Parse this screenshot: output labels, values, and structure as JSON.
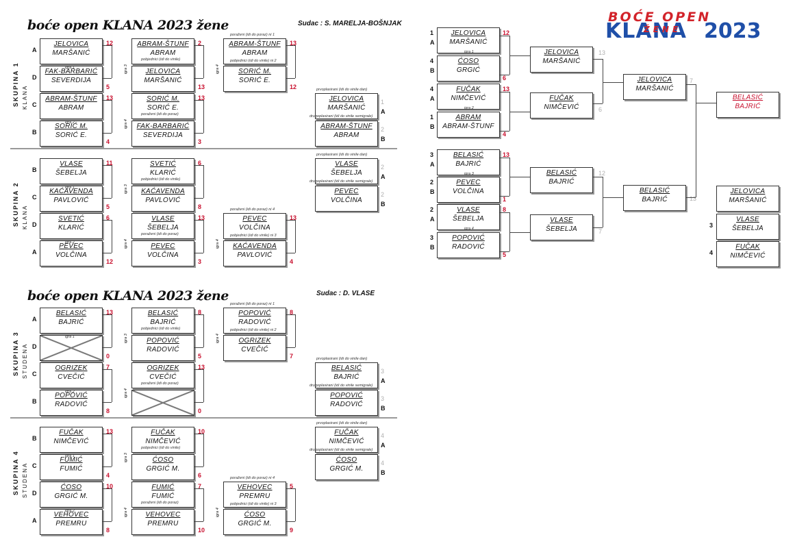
{
  "headers": [
    {
      "title": "boće open KLANA 2023  žene",
      "sudac": "Sudac : S. MARELJA-BOŠNJAK"
    },
    {
      "title": "boće open KLANA 2023  žene",
      "sudac": "Sudac : D. VLASE"
    }
  ],
  "logo": {
    "line1": "BOĆE OPEN",
    "line2": "KLANA",
    "overlay": "ŽENE",
    "year": "2023"
  },
  "groups": [
    {
      "label": "SKUPINA 1",
      "place": "KLANA",
      "letters": [
        "A",
        "D",
        "C",
        "B"
      ]
    },
    {
      "label": "SKUPINA 2",
      "place": "KLANA",
      "letters": [
        "B",
        "C",
        "D",
        "A"
      ]
    },
    {
      "label": "SKUPINA 3",
      "place": "STUDENA",
      "letters": [
        "A",
        "D",
        "C",
        "B"
      ]
    },
    {
      "label": "SKUPINA 4",
      "place": "STUDENA",
      "letters": [
        "B",
        "C",
        "D",
        "A"
      ]
    }
  ],
  "small_labels": {
    "igra1": "igra 1",
    "igra2": "igra 2",
    "igra3": "igra 3",
    "igra4": "igra 4",
    "pobjednici": "pobjednici (idi do vinile)",
    "porazeni": "poraženi (idi do poraz)",
    "porazeni1": "poraženi (idi do poraz) ni 1",
    "pobjednici2": "pobjednici (idi do vinile) ni 2",
    "prvoplasirani": "prvoplasirani (idi do vinile dan)",
    "drugoplasirani": "drugoplasirani (idi do vinile semigrale)",
    "porazeni4": "poraženi (idi do poraz) ni 4",
    "pobjednici3": "pobjednici (idi do vinile) ni 3"
  },
  "g1": {
    "r1": [
      {
        "a": "JELOVICA",
        "b": "MARŠANIĆ",
        "s": "12"
      },
      {
        "a": "FAK-BARBARIĆ",
        "b": "SEVERDIJA",
        "s": "5"
      },
      {
        "a": "ABRAM-ŠTUNF",
        "b": "ABRAM",
        "s": "13"
      },
      {
        "a": "SORIĆ M.",
        "b": "SORIĆ E.",
        "s": "4"
      }
    ],
    "r2": [
      {
        "a": "ABRAM-ŠTUNF",
        "b": "ABRAM",
        "s": "2"
      },
      {
        "a": "JELOVICA",
        "b": "MARŠANIĆ",
        "s": "13"
      },
      {
        "a": "SORIĆ M.",
        "b": "SORIĆ E.",
        "s": "13"
      },
      {
        "a": "FAK-BARBARIĆ",
        "b": "SEVERDIJA",
        "s": "3"
      }
    ],
    "r3": [
      {
        "a": "ABRAM-ŠTUNF",
        "b": "ABRAM",
        "s": "13"
      },
      {
        "a": "SORIĆ M.",
        "b": "SORIĆ E.",
        "s": "12"
      }
    ],
    "final": [
      {
        "a": "JELOVICA",
        "b": "MARŠANIĆ",
        "n": "1",
        "l": "A"
      },
      {
        "a": "ABRAM-ŠTUNF",
        "b": "ABRAM",
        "n": "2",
        "l": "B"
      }
    ]
  },
  "g2": {
    "r1": [
      {
        "a": "VLASE",
        "b": "ŠEBELJA",
        "s": "11"
      },
      {
        "a": "KAĆAVENDA",
        "b": "PAVLOVIĆ",
        "s": "5"
      },
      {
        "a": "SVETIĆ",
        "b": "KLARIĆ",
        "s": "6"
      },
      {
        "a": "PEVEC",
        "b": "VOLČINA",
        "s": "12"
      }
    ],
    "r2": [
      {
        "a": "SVETIĆ",
        "b": "KLARIĆ",
        "s": "6"
      },
      {
        "a": "KAĆAVENDA",
        "b": "PAVLOVIĆ",
        "s": "8"
      },
      {
        "a": "VLASE",
        "b": "ŠEBELJA",
        "s": "13"
      },
      {
        "a": "PEVEC",
        "b": "VOLČINA",
        "s": "3"
      }
    ],
    "r3": [
      {
        "a": "PEVEC",
        "b": "VOLČINA",
        "s": "13"
      },
      {
        "a": "KAĆAVENDA",
        "b": "PAVLOVIĆ",
        "s": "4"
      }
    ],
    "final": [
      {
        "a": "VLASE",
        "b": "ŠEBELJA",
        "n": "2",
        "l": "A"
      },
      {
        "a": "PEVEC",
        "b": "VOLČINA",
        "n": "2",
        "l": "B"
      }
    ]
  },
  "g3": {
    "r1": [
      {
        "a": "BELASIĆ",
        "b": "BAJRIĆ",
        "s": "13"
      },
      {
        "a": "",
        "b": "",
        "s": "0",
        "x": true
      },
      {
        "a": "OGRIZEK",
        "b": "CVEČIĆ",
        "s": "7"
      },
      {
        "a": "POPOVIĆ",
        "b": "RADOVIĆ",
        "s": "8"
      }
    ],
    "r2": [
      {
        "a": "BELASIĆ",
        "b": "BAJRIĆ",
        "s": "8"
      },
      {
        "a": "POPOVIĆ",
        "b": "RADOVIĆ",
        "s": "5"
      },
      {
        "a": "OGRIZEK",
        "b": "CVEČIĆ",
        "s": "13"
      },
      {
        "a": "",
        "b": "",
        "s": "0",
        "x": true
      }
    ],
    "r3": [
      {
        "a": "POPOVIĆ",
        "b": "RADOVIĆ",
        "s": "8"
      },
      {
        "a": "OGRIZEK",
        "b": "CVEČIĆ",
        "s": "7"
      }
    ],
    "final": [
      {
        "a": "BELASIĆ",
        "b": "BAJRIĆ",
        "n": "3",
        "l": "A"
      },
      {
        "a": "POPOVIĆ",
        "b": "RADOVIĆ",
        "n": "3",
        "l": "B"
      }
    ]
  },
  "g4": {
    "r1": [
      {
        "a": "FUČAK",
        "b": "NIMČEVIĆ",
        "s": "13"
      },
      {
        "a": "FUMIĆ",
        "b": "FUMIĆ",
        "s": "4"
      },
      {
        "a": "ĆOSO",
        "b": "GRGIĆ M.",
        "s": "10"
      },
      {
        "a": "VEHOVEC",
        "b": "PREMRU",
        "s": "8"
      }
    ],
    "r2": [
      {
        "a": "FUČAK",
        "b": "NIMČEVIĆ",
        "s": "10"
      },
      {
        "a": "ĆOSO",
        "b": "GRGIĆ M.",
        "s": "6"
      },
      {
        "a": "FUMIĆ",
        "b": "FUMIĆ",
        "s": "7"
      },
      {
        "a": "VEHOVEC",
        "b": "PREMRU",
        "s": "10"
      }
    ],
    "r3": [
      {
        "a": "VEHOVEC",
        "b": "PREMRU",
        "s": "5"
      },
      {
        "a": "ĆOSO",
        "b": "GRGIĆ M.",
        "s": "9"
      }
    ],
    "final": [
      {
        "a": "FUČAK",
        "b": "NIMČEVIĆ",
        "n": "4",
        "l": "A"
      },
      {
        "a": "ĆOSO",
        "b": "GRGIĆ M.",
        "n": "4",
        "l": "B"
      }
    ]
  },
  "ko": {
    "qf": [
      {
        "a": "JELOVICA",
        "b": "MARŠANIĆ",
        "s": "12",
        "n": "1",
        "l": "A"
      },
      {
        "a": "ĆOSO",
        "b": "GRGIĆ",
        "s": "6",
        "n": "4",
        "l": "B"
      },
      {
        "a": "FUČAK",
        "b": "NIMČEVIĆ",
        "s": "13",
        "n": "4",
        "l": "A"
      },
      {
        "a": "ABRAM",
        "b": "ABRAM-ŠTUNF",
        "s": "4",
        "n": "1",
        "l": "B"
      },
      {
        "a": "BELASIĆ",
        "b": "BAJRIĆ",
        "s": "13",
        "n": "3",
        "l": "A"
      },
      {
        "a": "PEVEC",
        "b": "VOLČINA",
        "s": "1",
        "n": "2",
        "l": "B"
      },
      {
        "a": "VLASE",
        "b": "ŠEBELJA",
        "s": "8",
        "n": "2",
        "l": "A"
      },
      {
        "a": "POPOVIĆ",
        "b": "RADOVIĆ",
        "s": "5",
        "n": "3",
        "l": "B"
      }
    ],
    "games": [
      "igra 1",
      "igra 2",
      "igra 3",
      "igra 4"
    ],
    "sf": [
      {
        "a": "JELOVICA",
        "b": "MARŠANIĆ",
        "s": "13"
      },
      {
        "a": "FUČAK",
        "b": "NIMČEVIĆ",
        "s": "6"
      },
      {
        "a": "BELASIĆ",
        "b": "BAJRIĆ",
        "s": "12"
      },
      {
        "a": "VLASE",
        "b": "ŠEBELJA",
        "s": "7"
      }
    ],
    "fin": [
      {
        "a": "JELOVICA",
        "b": "MARŠANIĆ",
        "s": "7"
      },
      {
        "a": "BELASIĆ",
        "b": "BAJRIĆ",
        "s": "13"
      }
    ],
    "champion": {
      "a": "BELASIĆ",
      "b": "BAJRIĆ"
    },
    "ranking": [
      {
        "a": "JELOVICA",
        "b": "MARŠANIĆ",
        "n": ""
      },
      {
        "a": "VLASE",
        "b": "ŠEBELJA",
        "n": "3"
      },
      {
        "a": "FUČAK",
        "b": "NIMČEVIĆ",
        "n": "4"
      }
    ]
  }
}
